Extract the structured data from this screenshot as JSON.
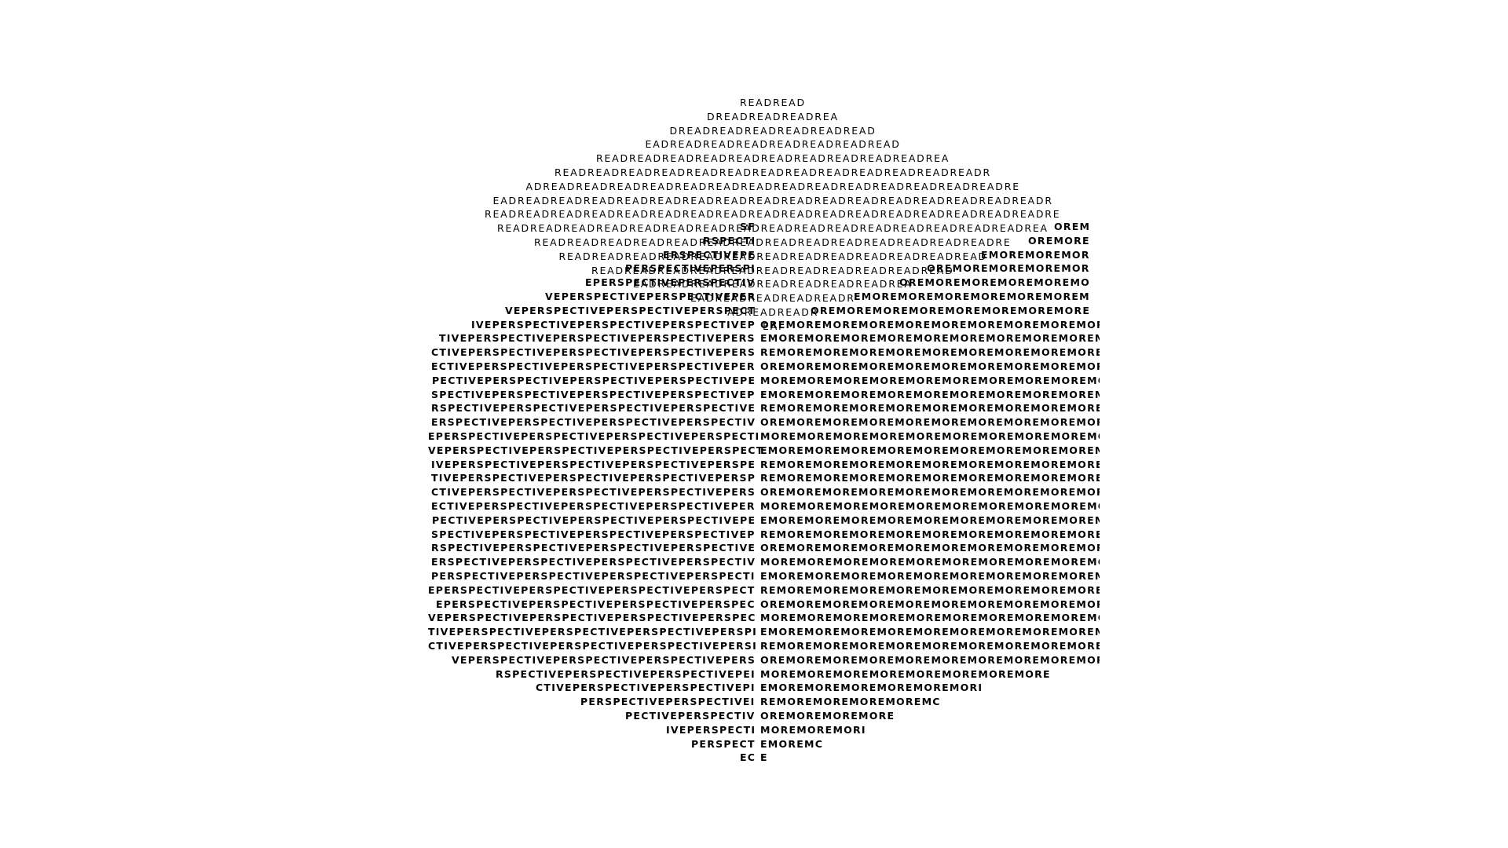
{
  "artwork": {
    "words": {
      "read": "READ",
      "perspective": "PERSPECTIVE",
      "more": "MORE"
    },
    "lines": {
      "read": [
        "READREAD",
        "DREADREADREADREA",
        "DREADREADREADREADREADREAD",
        "EADREADREADREADREADREADREADREAD",
        "READREADREADREADREADREADREADREADREADREADREA",
        "READREADREADREADREADREADREADREADREADREADREADREADREADR",
        "ADREADREADREADREADREADREADREADREADREADREADREADREADREADREADRE",
        "EADREADREADREADREADREADREADREADREADREADREADREADREADREADREADREADREADR",
        "READREADREADREADREADREADREADREADREADREADREADREADREADREADREADREADREADRE",
        "READREADREADREADREADREADREADREADREADREADREADREADREADREADREADREADREA",
        "READREADREADREADREADREADREADREADREADREADREADREADREADREADRE",
        "READREADREADREADREADREADREADREADREADREADREADREADREAD",
        "READREADREADREADREADREADREADREADREADREADREAD",
        "EADREADREADREADREADREADREADREADREA",
        "EADREADREADREADREADR",
        "ADREADREADR",
        "EAI"
      ],
      "perspective": [
        "SF",
        "RSPECTI",
        "ERSPECTIVEPE",
        "PERSPECTIVEPERSPI",
        "EPERSPECTIVEPERSPECTIV",
        "VEPERSPECTIVEPERSPECTIVEPER",
        "VEPERSPECTIVEPERSPECTIVEPERSPECT",
        "IVEPERSPECTIVEPERSPECTIVEPERSPECTIVEP",
        "TIVEPERSPECTIVEPERSPECTIVEPERSPECTIVEPERS",
        "CTIVEPERSPECTIVEPERSPECTIVEPERSPECTIVEPERS",
        "ECTIVEPERSPECTIVEPERSPECTIVEPERSPECTIVEPER",
        "PECTIVEPERSPECTIVEPERSPECTIVEPERSPECTIVEPE",
        "SPECTIVEPERSPECTIVEPERSPECTIVEPERSPECTIVEP",
        "RSPECTIVEPERSPECTIVEPERSPECTIVEPERSPECTIVE",
        "ERSPECTIVEPERSPECTIVEPERSPECTIVEPERSPECTIV",
        "EPERSPECTIVEPERSPECTIVEPERSPECTIVEPERSPECTI",
        "VEPERSPECTIVEPERSPECTIVEPERSPECTIVEPERSPECT",
        "IVEPERSPECTIVEPERSPECTIVEPERSPECTIVEPERSPE",
        "TIVEPERSPECTIVEPERSPECTIVEPERSPECTIVEPERSP",
        "CTIVEPERSPECTIVEPERSPECTIVEPERSPECTIVEPERS",
        "ECTIVEPERSPECTIVEPERSPECTIVEPERSPECTIVEPER",
        "PECTIVEPERSPECTIVEPERSPECTIVEPERSPECTIVEPE",
        "SPECTIVEPERSPECTIVEPERSPECTIVEPERSPECTIVEP",
        "RSPECTIVEPERSPECTIVEPERSPECTIVEPERSPECTIVE",
        "ERSPECTIVEPERSPECTIVEPERSPECTIVEPERSPECTIV",
        "PERSPECTIVEPERSPECTIVEPERSPECTIVEPERSPECTI",
        "EPERSPECTIVEPERSPECTIVEPERSPECTIVEPERSPECT",
        "EPERSPECTIVEPERSPECTIVEPERSPECTIVEPERSPEC",
        "VEPERSPECTIVEPERSPECTIVEPERSPECTIVEPERSPEC",
        "TIVEPERSPECTIVEPERSPECTIVEPERSPECTIVEPERSPI",
        "CTIVEPERSPECTIVEPERSPECTIVEPERSPECTIVEPERSI",
        "VEPERSPECTIVEPERSPECTIVEPERSPECTIVEPERS",
        "RSPECTIVEPERSPECTIVEPERSPECTIVEPEI",
        "CTIVEPERSPECTIVEPERSPECTIVEPI",
        "PERSPECTIVEPERSPECTIVEI",
        "PECTIVEPERSPECTIV",
        "IVEPERSPECTI",
        "PERSPECT",
        "EC"
      ],
      "more": [
        "OREM",
        "OREMORE",
        "EMOREMOREMOR",
        "OREMOREMOREMOREMOR",
        "OREMOREMOREMOREMOREMO",
        "EMOREMOREMOREMOREMOREMOREM",
        "OREMOREMOREMOREMOREMOREMOREMORE",
        "OREMOREMOREMOREMOREMOREMOREMOREMOREMOR",
        "EMOREMOREMOREMOREMOREMOREMOREMOREMOREMOREMO",
        "REMOREMOREMOREMOREMOREMOREMOREMOREMOREMOREM",
        "OREMOREMOREMOREMOREMOREMOREMOREMOREMOREMORE",
        "MOREMOREMOREMOREMOREMOREMOREMOREMOREMOREMOR",
        "EMOREMOREMOREMOREMOREMOREMOREMOREMOREMOREMO",
        "REMOREMOREMOREMOREMOREMOREMOREMOREMOREMOREM",
        "OREMOREMOREMOREMOREMOREMOREMOREMOREMOREMOREI",
        "MOREMOREMOREMOREMOREMOREMOREMOREMOREMOREMOR",
        "EMOREMOREMOREMOREMOREMOREMOREMOREMOREMOREMO",
        "REMOREMOREMOREMOREMOREMOREMOREMOREMOREMOREM",
        "REMOREMOREMOREMOREMOREMOREMOREMOREMOREMOREI",
        "OREMOREMOREMOREMOREMOREMOREMOREMOREMOREMORE",
        "MOREMOREMOREMOREMOREMOREMOREMOREMOREMOREMO",
        "EMOREMOREMOREMOREMOREMOREMOREMOREMOREMOREM",
        "REMOREMOREMOREMOREMOREMOREMOREMOREMOREMOREI",
        "OREMOREMOREMOREMOREMOREMOREMOREMOREMOREMOR",
        "MOREMOREMOREMOREMOREMOREMOREMOREMOREMOREMOR",
        "EMOREMOREMOREMOREMOREMOREMOREMOREMOREMOREMO",
        "REMOREMOREMOREMOREMOREMOREMOREMOREMOREMOREM",
        "OREMOREMOREMOREMOREMOREMOREMOREMOREMOREMOREI",
        "MOREMOREMOREMOREMOREMOREMOREMOREMOREMOREMOR",
        "EMOREMOREMOREMOREMOREMOREMOREMOREMOREMOREMO",
        "REMOREMOREMOREMOREMOREMOREMOREMOREMOREMORI",
        "OREMOREMOREMOREMOREMOREMOREMOREMOREMOREMC",
        "MOREMOREMOREMOREMOREMOREMOREMORE",
        "EMOREMOREMOREMOREMOREMORI",
        "REMOREMOREMOREMOREMC",
        "OREMOREMOREMORE",
        "MOREMOREMORI",
        "EMOREMC",
        "E"
      ]
    },
    "colors": {
      "background": "#ffffff",
      "text": "#000000"
    }
  }
}
